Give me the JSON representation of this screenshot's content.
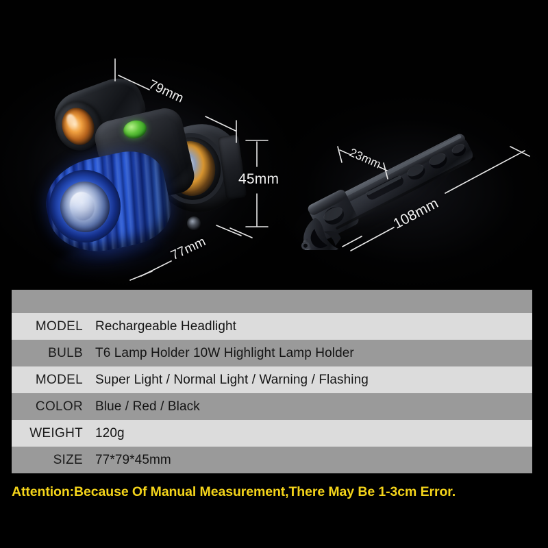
{
  "product": {
    "headlight": {
      "name": "rechargeable-headlight",
      "body_color": "#1e46c8",
      "housing_color": "#1a1c21",
      "button_color": "#5fc43a",
      "accent_lens_color": "#f0a040"
    },
    "bracket": {
      "name": "handlebar-mount-bracket",
      "color": "#22252b"
    }
  },
  "dimensions": {
    "headlight": [
      {
        "id": "width-79",
        "label": "79mm",
        "value": 79,
        "unit": "mm"
      },
      {
        "id": "height-45",
        "label": "45mm",
        "value": 45,
        "unit": "mm"
      },
      {
        "id": "depth-77",
        "label": "77mm",
        "value": 77,
        "unit": "mm"
      }
    ],
    "bracket": [
      {
        "id": "width-23",
        "label": "23mm",
        "value": 23,
        "unit": "mm"
      },
      {
        "id": "length-108",
        "label": "108mm",
        "value": 108,
        "unit": "mm"
      }
    ]
  },
  "spec_table": {
    "rows": [
      {
        "key": "MODEL",
        "value": "Rechargeable Headlight"
      },
      {
        "key": "BULB",
        "value": "T6 Lamp Holder 10W Highlight Lamp Holder"
      },
      {
        "key": "MODEL",
        "value": "Super Light / Normal Light / Warning / Flashing"
      },
      {
        "key": "COLOR",
        "value": "Blue / Red / Black"
      },
      {
        "key": "WEIGHT",
        "value": "120g"
      },
      {
        "key": "SIZE",
        "value": "77*79*45mm"
      }
    ],
    "row_colors": {
      "light": "#dcdcdc",
      "dark": "#9a9a9a",
      "header": "#9a9a9a"
    }
  },
  "attention": {
    "text": "Attention:Because Of Manual Measurement,There May Be 1-3cm Error.",
    "color": "#f4d41a"
  },
  "background": {
    "color": "#000000"
  }
}
